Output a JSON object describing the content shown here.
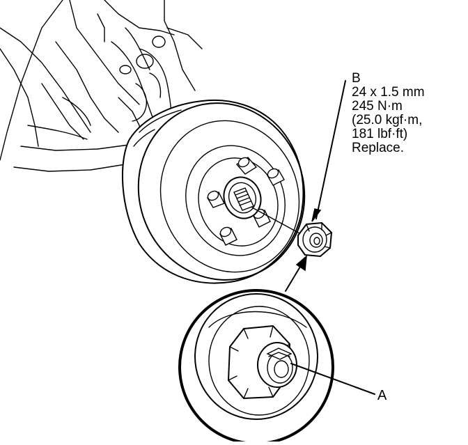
{
  "callouts": {
    "b": {
      "letter": "B",
      "size": "24 x 1.5 mm",
      "torque_nm": "245 N·m",
      "torque_kgf": "(25.0 kgf·m,",
      "torque_lbf": "181 lbf·ft)",
      "note": "Replace."
    },
    "a": {
      "letter": "A"
    }
  }
}
